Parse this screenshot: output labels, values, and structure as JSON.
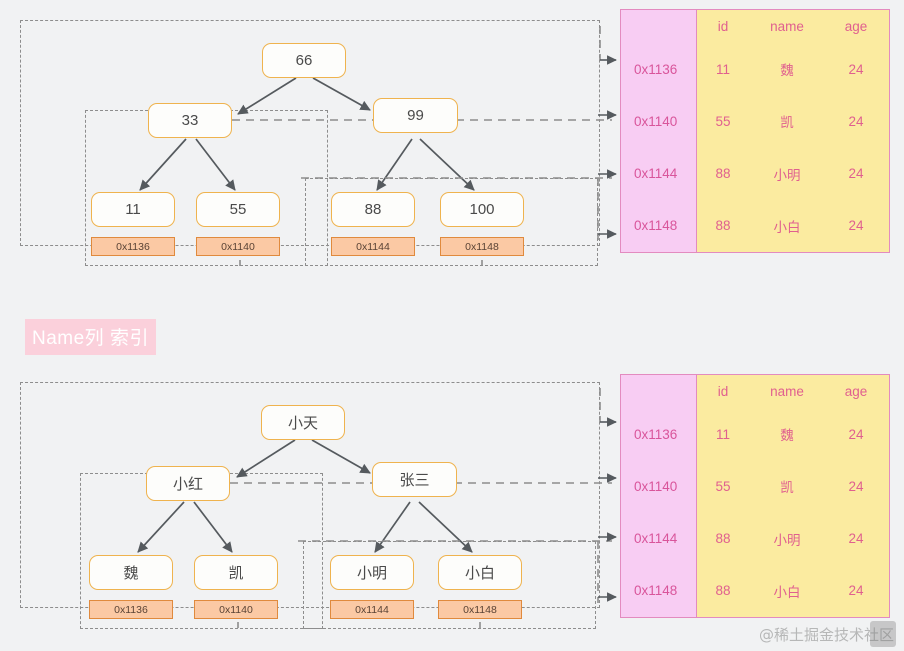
{
  "background": "#f1f2f3",
  "colors": {
    "node_border": "#efb34e",
    "node_fill": "#fdfdfb",
    "addr_fill": "#fbc9a4",
    "addr_border": "#e08a3d",
    "dash_line": "#8d8d8d",
    "arrow": "#555a5e",
    "table_addr_col": "#f8cdf3",
    "table_data_col": "#fbeba0",
    "table_border": "#e38bbf",
    "table_text": "#e0608f",
    "label_bg": "#fbd0db",
    "label_text": "#ffffff"
  },
  "sections": [
    {
      "id": "id-index",
      "label": null,
      "tree": {
        "root": {
          "text": "66"
        },
        "level2": [
          {
            "text": "33"
          },
          {
            "text": "99"
          }
        ],
        "leaves": [
          {
            "text": "11",
            "addr": "0x1136"
          },
          {
            "text": "55",
            "addr": "0x1140"
          },
          {
            "text": "88",
            "addr": "0x1144"
          },
          {
            "text": "100",
            "addr": "0x1148"
          }
        ]
      },
      "table": {
        "headers": [
          "id",
          "name",
          "age"
        ],
        "addresses": [
          "0x1136",
          "0x1140",
          "0x1144",
          "0x1148"
        ],
        "rows": [
          [
            "11",
            "魏",
            "24"
          ],
          [
            "55",
            "凯",
            "24"
          ],
          [
            "88",
            "小明",
            "24"
          ],
          [
            "88",
            "小白",
            "24"
          ]
        ]
      }
    },
    {
      "id": "name-index",
      "label": "Name列 索引",
      "tree": {
        "root": {
          "text": "小天"
        },
        "level2": [
          {
            "text": "小红"
          },
          {
            "text": "张三"
          }
        ],
        "leaves": [
          {
            "text": "魏",
            "addr": "0x1136"
          },
          {
            "text": "凯",
            "addr": "0x1140"
          },
          {
            "text": "小明",
            "addr": "0x1144"
          },
          {
            "text": "小白",
            "addr": "0x1148"
          }
        ]
      },
      "table": {
        "headers": [
          "id",
          "name",
          "age"
        ],
        "addresses": [
          "0x1136",
          "0x1140",
          "0x1144",
          "0x1148"
        ],
        "rows": [
          [
            "11",
            "魏",
            "24"
          ],
          [
            "55",
            "凯",
            "24"
          ],
          [
            "88",
            "小明",
            "24"
          ],
          [
            "88",
            "小白",
            "24"
          ]
        ]
      }
    }
  ],
  "watermark": "@稀土掘金技术社区"
}
